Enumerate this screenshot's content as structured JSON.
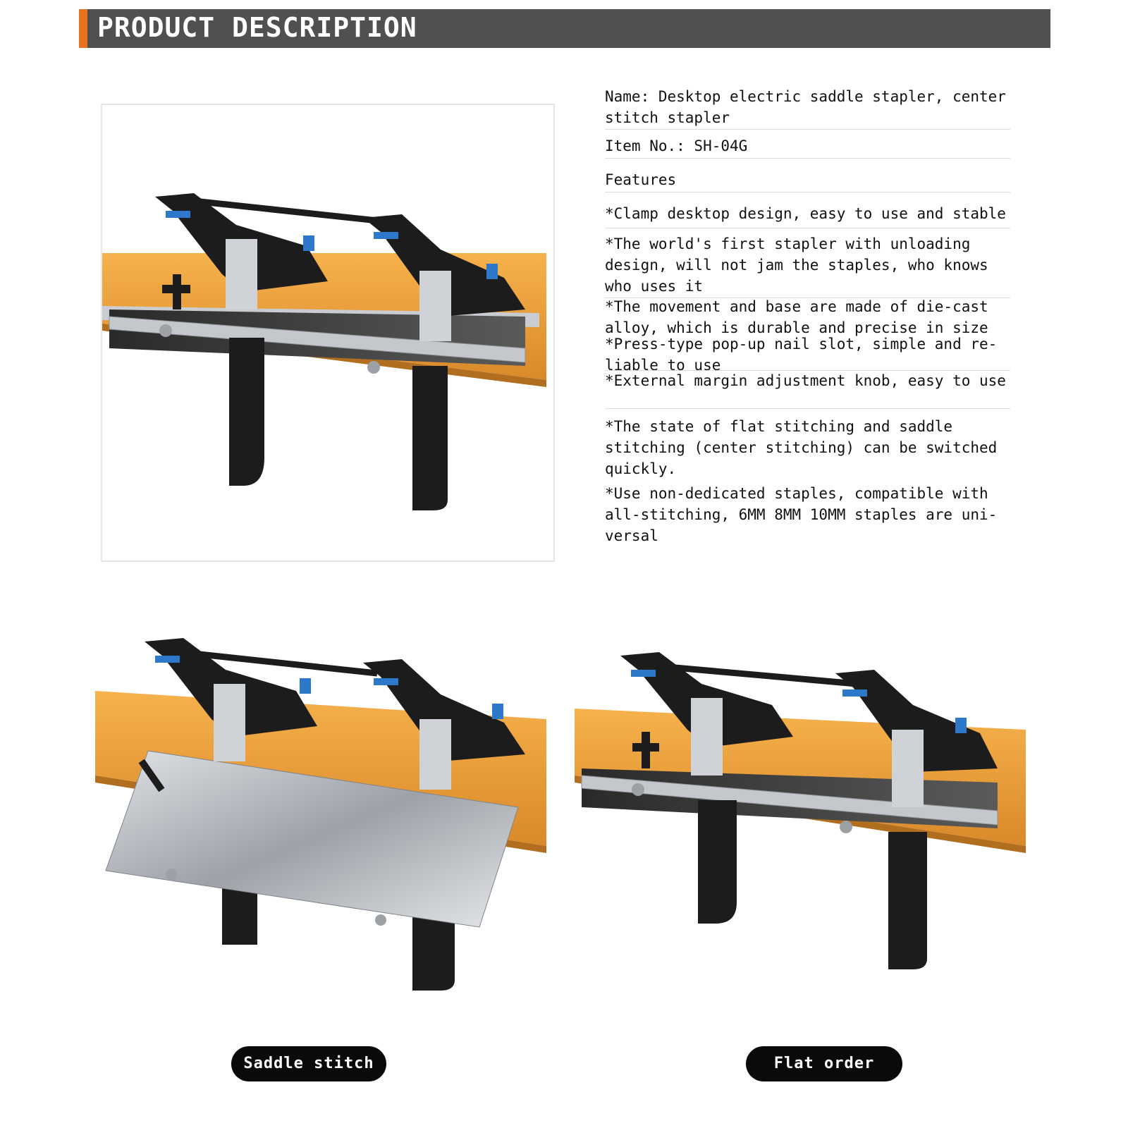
{
  "header": {
    "title": "PRODUCT DESCRIPTION"
  },
  "product": {
    "name": "Name: Desktop electric saddle stapler, center stitch stapler",
    "item_no": "Item No.: SH-04G",
    "features_heading": "Features",
    "features": [
      "*Clamp desktop design, easy to use and stable",
      "*The world's first stapler with unloading design, will not jam the staples, who knows who uses it",
      "*The movement and base are made of die-cast alloy, which is durable and precise in size",
      "*Press-type pop-up nail slot, simple and re-liable to use",
      "*External margin adjustment knob, easy to use",
      "*The state of flat stitching and saddle stitching (center stitching) can be switched quickly.",
      "*Use non-dedicated staples, compatible with all-stitching, 6MM 8MM 10MM staples are uni-versal"
    ]
  },
  "modes": {
    "saddle_label": "Saddle stitch",
    "flat_label": "Flat order"
  },
  "colors": {
    "header_bg": "#505050",
    "accent": "#e8731f",
    "wood": "#f0a640",
    "plastic": "#1c1c1c",
    "blue": "#2d78c8",
    "metal": "#b8bcc2"
  }
}
